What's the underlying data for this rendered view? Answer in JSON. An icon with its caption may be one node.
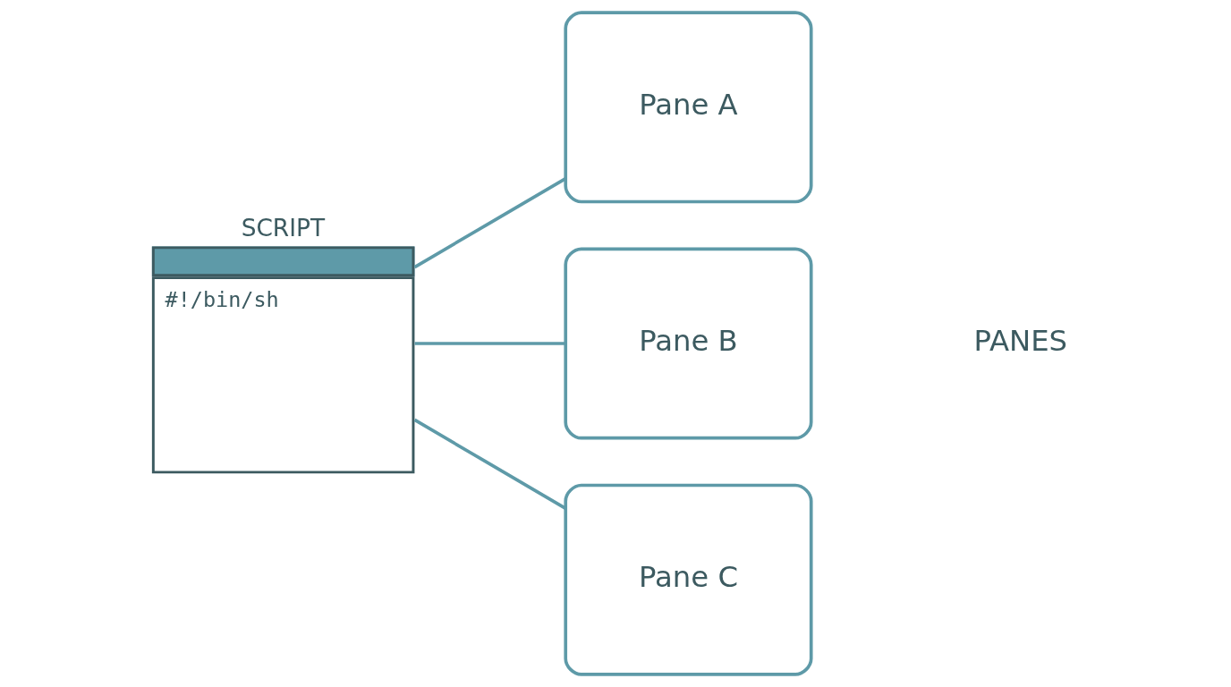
{
  "diagram": {
    "nodes": [
      {
        "text": [
          "SCRIPT",
          "#!/bin/sh"
        ]
      },
      {
        "text": [
          "Pane A"
        ]
      },
      {
        "text": [
          "Pane B"
        ]
      },
      {
        "text": [
          "Pane C"
        ]
      }
    ],
    "edges": [
      {
        "from": 0,
        "to": 1,
        "arrow": "none"
      },
      {
        "from": 0,
        "to": 2,
        "arrow": "none"
      },
      {
        "from": 0,
        "to": 3,
        "arrow": "none"
      }
    ],
    "labels": [
      "PANES"
    ]
  }
}
